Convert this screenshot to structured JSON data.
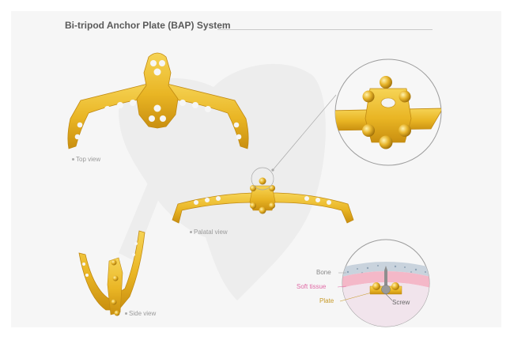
{
  "title": "Bi-tripod Anchor Plate (BAP) System",
  "views": {
    "top": "Top view",
    "palatal": "Palatal view",
    "side": "Side view"
  },
  "cross_section": {
    "bone": "Bone",
    "soft_tissue": "Soft tissue",
    "plate": "Plate",
    "screw": "Screw"
  },
  "colors": {
    "gold": "#e9b524",
    "gold_dark": "#c58d10",
    "bone": "#c9d3dd",
    "soft_tissue": "#f4b8c8",
    "label_soft_tissue": "#e06aa5",
    "label_plate": "#c79a28"
  }
}
